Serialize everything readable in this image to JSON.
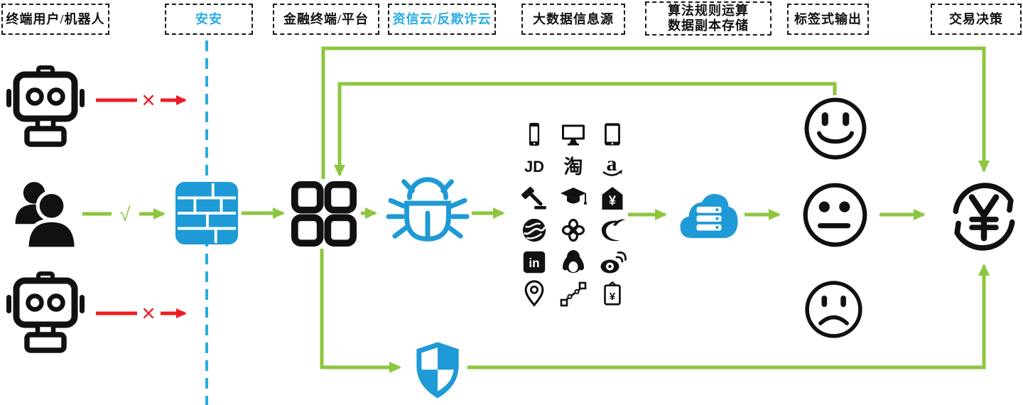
{
  "colors": {
    "green": "#8DC63F",
    "blue": "#1E9AD6",
    "dashblue": "#29ABE2",
    "red": "#ED1C24"
  },
  "header_boxes": [
    {
      "label": "终端用户/机器人"
    },
    {
      "label": "安安"
    },
    {
      "label": "金融终端/平台"
    },
    {
      "label": "资信云/反欺诈云"
    },
    {
      "label": "大数据信息源"
    },
    {
      "label": "算法规则运算",
      "label2": "数据副本存储"
    },
    {
      "label": "标签式输出"
    },
    {
      "label": "交易决策"
    }
  ],
  "marks": {
    "approve": "√",
    "reject": "×"
  },
  "glyphs": {
    "jd": "JD",
    "taobao": "淘",
    "amazon": "a",
    "linkedin": "in",
    "yen": "¥"
  },
  "icons": {
    "left_column": [
      "robot",
      "users",
      "robot"
    ],
    "flow": [
      "firewall",
      "app-grid",
      "bug",
      "data-sources",
      "cloud-server",
      "face-happy",
      "face-neutral",
      "face-sad",
      "yen-cycle",
      "shield"
    ],
    "data_sources": [
      "smartphone",
      "monitor",
      "tablet",
      "jd",
      "taobao",
      "amazon",
      "gavel",
      "graduation-cap",
      "bank-yen",
      "china-mobile",
      "china-unicom",
      "china-telecom",
      "linkedin",
      "qq-penguin",
      "weibo",
      "location-pin",
      "vector-path",
      "invoice-yen"
    ]
  }
}
